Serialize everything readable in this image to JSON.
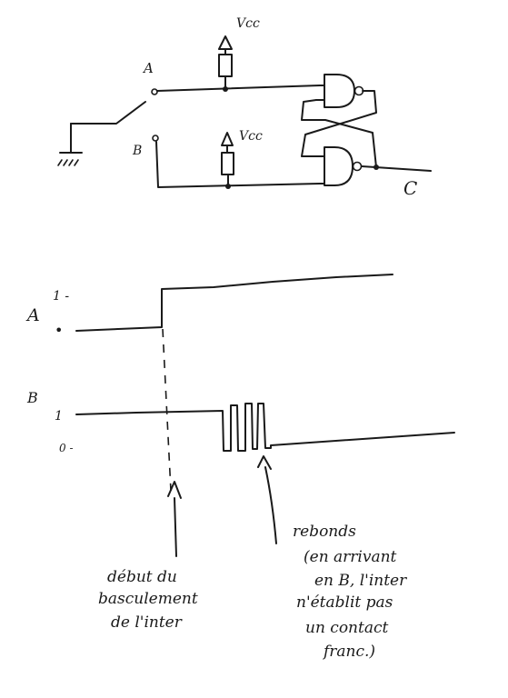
{
  "circuit": {
    "label_a": "A",
    "label_b": "B",
    "label_vcc_top": "Vcc",
    "label_vcc_bottom": "Vcc",
    "label_output": "C"
  },
  "timing": {
    "signal_a": "A",
    "signal_b": "B",
    "level_high_a": "1 -",
    "level_low_a": "•",
    "level_high_b": "1",
    "level_low_b": "0 -"
  },
  "annotations": {
    "switch_start": [
      "début du",
      "basculement",
      "de l'inter"
    ],
    "bounce": [
      "rebonds",
      "(en arrivant",
      "en B, l'inter",
      "n'établit pas",
      "un contact",
      "franc.)"
    ]
  }
}
